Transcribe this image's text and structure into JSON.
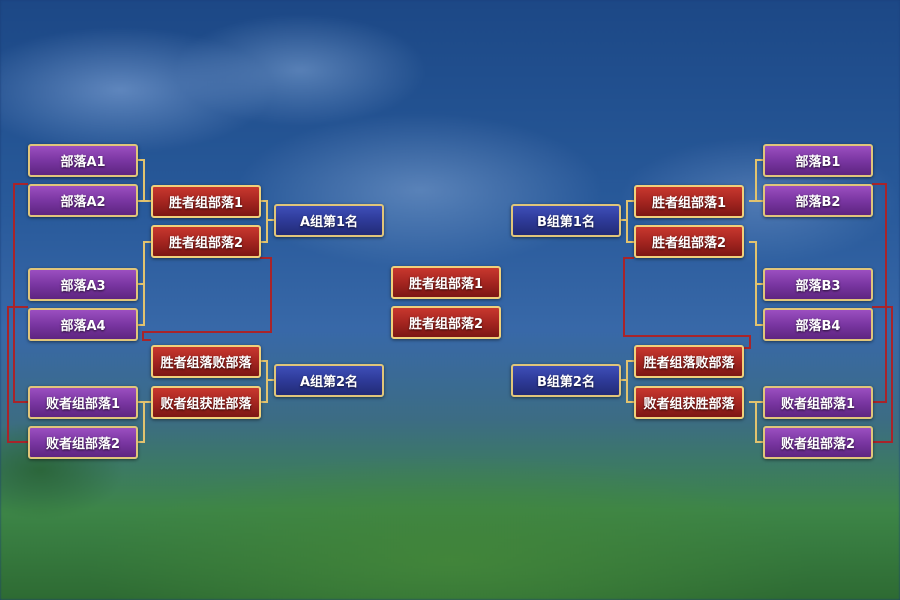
{
  "group_a": {
    "round1": [
      "部落A1",
      "部落A2",
      "部落A3",
      "部落A4",
      "败者组部落1",
      "败者组部落2"
    ],
    "round2": [
      "胜者组部落1",
      "胜者组部落2",
      "胜者组落败部落",
      "败者组获胜部落"
    ],
    "results": [
      "A组第1名",
      "A组第2名"
    ]
  },
  "group_b": {
    "round1": [
      "部落B1",
      "部落B2",
      "部落B3",
      "部落B4",
      "败者组部落1",
      "败者组部落2"
    ],
    "round2": [
      "胜者组部落1",
      "胜者组部落2",
      "胜者组落败部落",
      "败者组获胜部落"
    ],
    "results": [
      "B组第1名",
      "B组第2名"
    ]
  },
  "final": [
    "胜者组部落1",
    "胜者组部落2"
  ],
  "colors": {
    "tribe_box": "#7a36a2",
    "winner_box": "#a52520",
    "rank_box": "#2e3a98",
    "gold_border": "#e0c57a",
    "connector_gold": "#e2c36f",
    "connector_red": "#a8242a"
  }
}
